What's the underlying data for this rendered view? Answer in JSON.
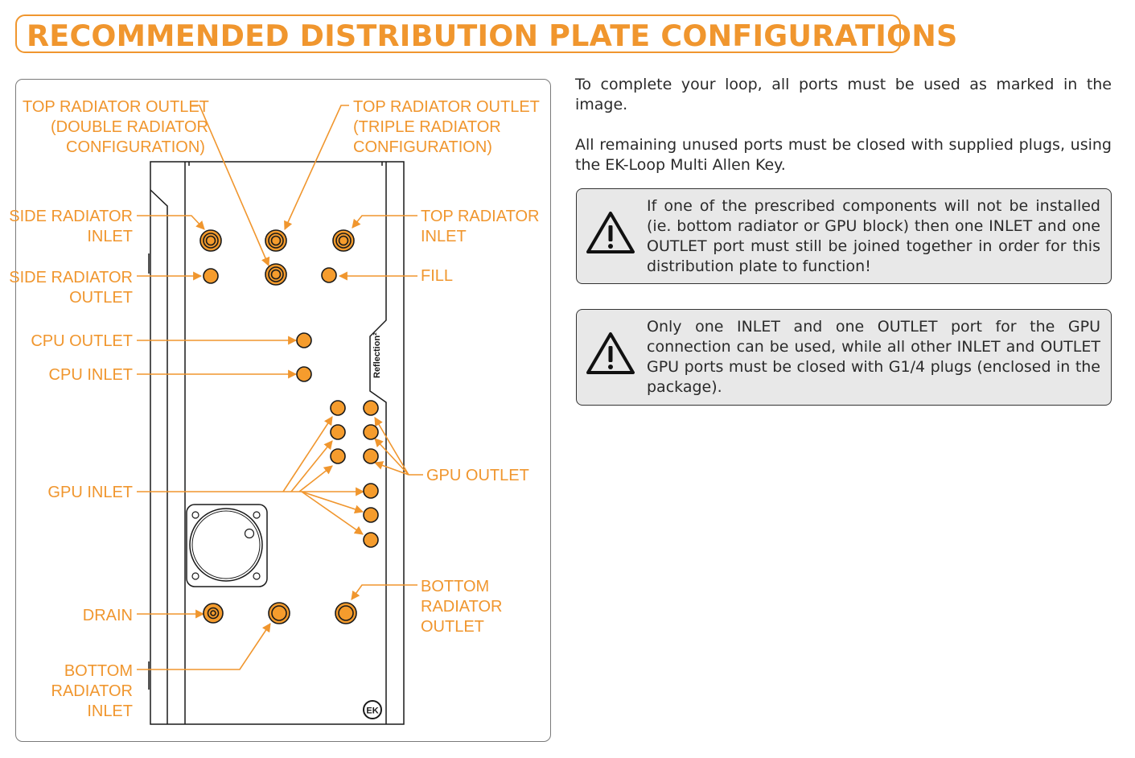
{
  "header": {
    "title": "RECOMMENDED DISTRIBUTION PLATE CONFIGURATIONS"
  },
  "diagram": {
    "labels": {
      "top_radiator_outlet_double": [
        "TOP RADIATOR  OUTLET",
        "(DOUBLE RADIATOR",
        "CONFIGURATION)"
      ],
      "top_radiator_outlet_triple": [
        "TOP RADIATOR  OUTLET",
        "(TRIPLE RADIATOR",
        "CONFIGURATION)"
      ],
      "side_radiator_inlet": [
        "SIDE RADIATOR",
        "INLET"
      ],
      "top_radiator_inlet": [
        "TOP RADIATOR",
        "INLET"
      ],
      "side_radiator_outlet": [
        "SIDE RADIATOR",
        "OUTLET"
      ],
      "fill": "FILL",
      "cpu_outlet": "CPU OUTLET",
      "cpu_inlet": "CPU INLET",
      "gpu_outlet": "GPU OUTLET",
      "gpu_inlet": "GPU INLET",
      "drain": "DRAIN",
      "bottom_radiator_outlet": [
        "BOTTOM",
        "RADIATOR",
        "OUTLET"
      ],
      "bottom_radiator_inlet": [
        "BOTTOM",
        "RADIATOR",
        "INLET"
      ]
    },
    "case_model_text": "Reflection²",
    "brand_mark_text": "EK",
    "colors": {
      "accent": "#F0962E",
      "port_fill": "#F59C2D",
      "outline": "#1a1a1a"
    }
  },
  "instructions": {
    "paragraph_1": "To complete your loop, all ports must be used as marked in the image.",
    "paragraph_2": "All remaining unused ports must be closed with supplied plugs, using the EK-Loop Multi Allen Key."
  },
  "warnings": [
    {
      "icon": "warning-triangle-icon",
      "text": "If one of the prescribed components will not be installed (ie. bottom radiator or GPU block) then one INLET and one OUTLET port must still be joined together in order for this distribution plate to function!"
    },
    {
      "icon": "warning-triangle-icon",
      "text": "Only one INLET and one OUTLET port for the GPU connection can be used, while all other INLET and OUTLET GPU ports must be closed with G1/4 plugs (enclosed in the package)."
    }
  ]
}
